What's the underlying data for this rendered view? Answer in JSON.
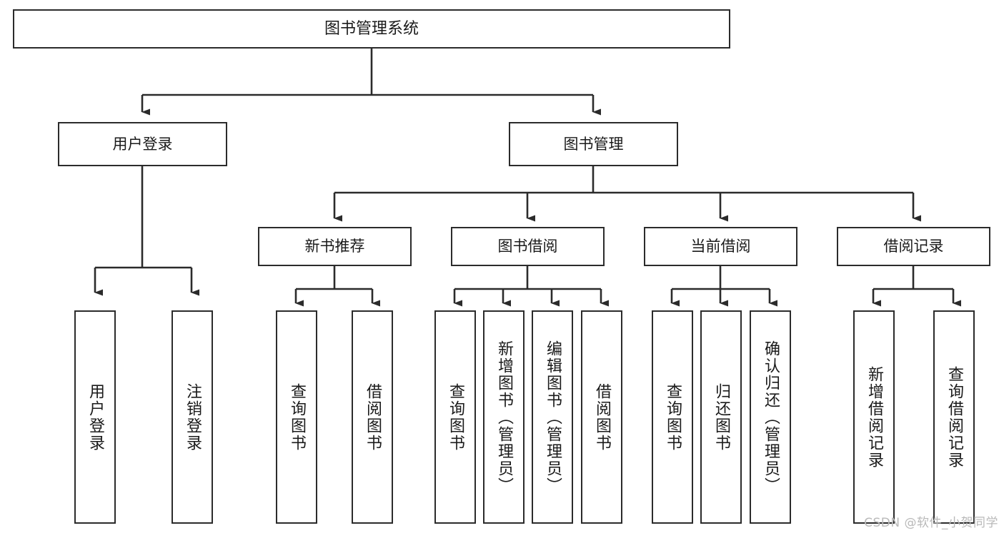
{
  "diagram": {
    "title": "图书管理系统",
    "watermark": "CSDN @软件_小贺同学",
    "colors": {
      "stroke": "#2b2b2b",
      "fill": "#ffffff",
      "text": "#1a1a1a",
      "watermark": "#b9b9b9"
    },
    "root": {
      "id": "root",
      "label": "图书管理系统"
    },
    "level2": [
      {
        "id": "user-login",
        "label": "用户登录"
      },
      {
        "id": "book-manage",
        "label": "图书管理"
      }
    ],
    "level3": [
      {
        "id": "new-book-recommend",
        "label": "新书推荐"
      },
      {
        "id": "book-borrow",
        "label": "图书借阅"
      },
      {
        "id": "current-borrow",
        "label": "当前借阅"
      },
      {
        "id": "borrow-record",
        "label": "借阅记录"
      }
    ],
    "leaves": [
      {
        "id": "leaf-user-login",
        "label": "用户登录",
        "parent": "user-login"
      },
      {
        "id": "leaf-logout-login",
        "label": "注销登录",
        "parent": "user-login"
      },
      {
        "id": "leaf-query-book-1",
        "label": "查询图书",
        "parent": "new-book-recommend"
      },
      {
        "id": "leaf-borrow-book-1",
        "label": "借阅图书",
        "parent": "new-book-recommend"
      },
      {
        "id": "leaf-query-book-2",
        "label": "查询图书",
        "parent": "book-borrow"
      },
      {
        "id": "leaf-add-book",
        "label": "新增图书（管理员）",
        "parent": "book-borrow"
      },
      {
        "id": "leaf-edit-book",
        "label": "编辑图书（管理员）",
        "parent": "book-borrow"
      },
      {
        "id": "leaf-borrow-book-2",
        "label": "借阅图书",
        "parent": "book-borrow"
      },
      {
        "id": "leaf-query-book-3",
        "label": "查询图书",
        "parent": "current-borrow"
      },
      {
        "id": "leaf-return-book",
        "label": "归还图书",
        "parent": "current-borrow"
      },
      {
        "id": "leaf-confirm-return",
        "label": "确认归还（管理员）",
        "parent": "current-borrow"
      },
      {
        "id": "leaf-add-record",
        "label": "新增借阅记录",
        "parent": "borrow-record"
      },
      {
        "id": "leaf-query-record",
        "label": "查询借阅记录",
        "parent": "borrow-record"
      }
    ]
  }
}
